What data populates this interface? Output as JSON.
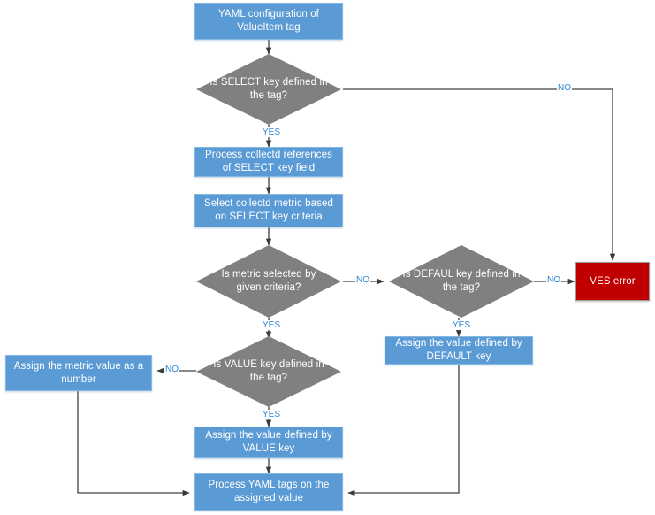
{
  "diagram": {
    "title": "YAML ValueItem tag processing flowchart",
    "colors": {
      "process_fill": "#5B9BD5",
      "process_border": "#86B8E2",
      "decision_fill": "#808080",
      "error_fill": "#C00000",
      "edge_label": "#2E86D4",
      "connector": "#404040",
      "background": "#FFFFFF"
    },
    "nodes": [
      {
        "id": "start",
        "type": "process",
        "label": "YAML configuration of ValueItem tag"
      },
      {
        "id": "sel_key",
        "type": "decision",
        "label": "Is SELECT key defined in the tag?"
      },
      {
        "id": "proc_refs",
        "type": "process",
        "label": "Process collectd references of SELECT key field"
      },
      {
        "id": "sel_metric",
        "type": "process",
        "label": "Select collectd metric based on SELECT key criteria"
      },
      {
        "id": "metric_sel",
        "type": "decision",
        "label": "Is metric selected by given criteria?"
      },
      {
        "id": "defaul_key",
        "type": "decision",
        "label": "Is DEFAUL key defined in the tag?"
      },
      {
        "id": "ves_error",
        "type": "error",
        "label": "VES error"
      },
      {
        "id": "assign_def",
        "type": "process",
        "label": "Assign the value defined by DEFAULT key"
      },
      {
        "id": "value_key",
        "type": "decision",
        "label": "Is VALUE key defined in the tag?"
      },
      {
        "id": "assign_num",
        "type": "process",
        "label": "Assign the metric value as a number"
      },
      {
        "id": "assign_val",
        "type": "process",
        "label": "Assign the value defined by VALUE key"
      },
      {
        "id": "proc_yaml",
        "type": "process",
        "label": "Process YAML tags on the assigned value"
      }
    ],
    "edges": [
      {
        "from": "start",
        "to": "sel_key",
        "label": ""
      },
      {
        "from": "sel_key",
        "to": "proc_refs",
        "label": "YES"
      },
      {
        "from": "sel_key",
        "to": "ves_error",
        "label": "NO"
      },
      {
        "from": "proc_refs",
        "to": "sel_metric",
        "label": ""
      },
      {
        "from": "sel_metric",
        "to": "metric_sel",
        "label": ""
      },
      {
        "from": "metric_sel",
        "to": "value_key",
        "label": "YES"
      },
      {
        "from": "metric_sel",
        "to": "defaul_key",
        "label": "NO"
      },
      {
        "from": "defaul_key",
        "to": "assign_def",
        "label": "YES"
      },
      {
        "from": "defaul_key",
        "to": "ves_error",
        "label": "NO"
      },
      {
        "from": "value_key",
        "to": "assign_val",
        "label": "YES"
      },
      {
        "from": "value_key",
        "to": "assign_num",
        "label": "NO"
      },
      {
        "from": "assign_def",
        "to": "proc_yaml",
        "label": ""
      },
      {
        "from": "assign_num",
        "to": "proc_yaml",
        "label": ""
      },
      {
        "from": "assign_val",
        "to": "proc_yaml",
        "label": ""
      }
    ],
    "edge_labels": {
      "sel_key_yes": "YES",
      "sel_key_no": "NO",
      "metric_sel_yes": "YES",
      "metric_sel_no": "NO",
      "defaul_key_yes": "YES",
      "defaul_key_no": "NO",
      "value_key_yes": "YES",
      "value_key_no": "NO"
    }
  }
}
